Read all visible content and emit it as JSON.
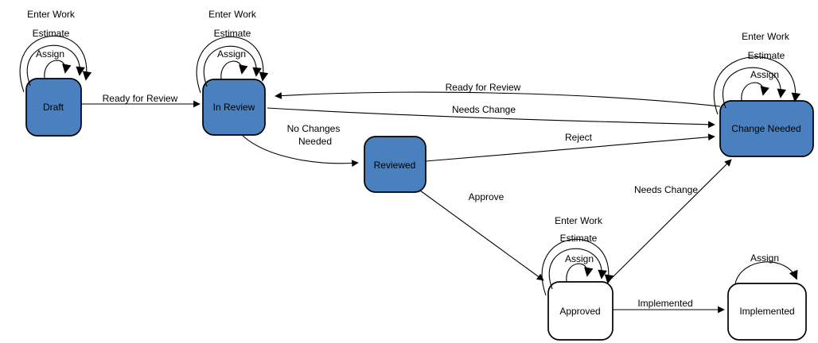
{
  "colors": {
    "active_state_fill": "#4A80BE",
    "plain_state_fill": "#FFFFFF",
    "stroke": "#000000",
    "background": "#FFFFFF"
  },
  "states": {
    "draft": {
      "label": "Draft",
      "style": "active"
    },
    "in_review": {
      "label": "In Review",
      "style": "active"
    },
    "reviewed": {
      "label": "Reviewed",
      "style": "active"
    },
    "change_needed": {
      "label": "Change Needed",
      "style": "active"
    },
    "approved": {
      "label": "Approved",
      "style": "plain"
    },
    "implemented": {
      "label": "Implemented",
      "style": "plain"
    }
  },
  "self_loops": {
    "draft": {
      "enter_work": "Enter Work",
      "estimate": "Estimate",
      "assign": "Assign"
    },
    "in_review": {
      "enter_work": "Enter Work",
      "estimate": "Estimate",
      "assign": "Assign"
    },
    "change_needed": {
      "enter_work": "Enter Work",
      "estimate": "Estimate",
      "assign": "Assign"
    },
    "approved": {
      "enter_work": "Enter Work",
      "estimate": "Estimate",
      "assign": "Assign"
    },
    "implemented": {
      "assign": "Assign"
    }
  },
  "transitions": {
    "draft_to_in_review": {
      "label": "Ready for Review",
      "from": "Draft",
      "to": "In Review"
    },
    "change_needed_to_in_review": {
      "label": "Ready for Review",
      "from": "Change Needed",
      "to": "In Review"
    },
    "in_review_to_change_needed": {
      "label": "Needs Change",
      "from": "In Review",
      "to": "Change Needed"
    },
    "in_review_to_reviewed": {
      "label_line1": "No Changes",
      "label_line2": "Needed",
      "from": "In Review",
      "to": "Reviewed"
    },
    "reviewed_to_change_needed": {
      "label": "Reject",
      "from": "Reviewed",
      "to": "Change Needed"
    },
    "reviewed_to_approved": {
      "label": "Approve",
      "from": "Reviewed",
      "to": "Approved"
    },
    "approved_to_change_needed": {
      "label": "Needs Change",
      "from": "Approved",
      "to": "Change Needed"
    },
    "approved_to_implemented": {
      "label": "Implemented",
      "from": "Approved",
      "to": "Implemented"
    }
  }
}
